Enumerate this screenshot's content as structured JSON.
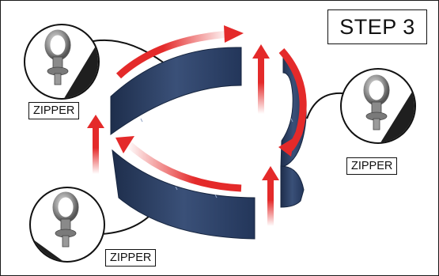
{
  "step": {
    "label": "STEP 3"
  },
  "zipper_labels": [
    "ZIPPER",
    "ZIPPER",
    "ZIPPER"
  ],
  "colors": {
    "panel": "#2c3f62",
    "arrow": "#e42a2a",
    "label_border": "#111111",
    "ring": "#9b9b9b"
  },
  "icons": {
    "eyebolt": "eyebolt-icon",
    "arrow": "rotation-arrow-icon"
  }
}
